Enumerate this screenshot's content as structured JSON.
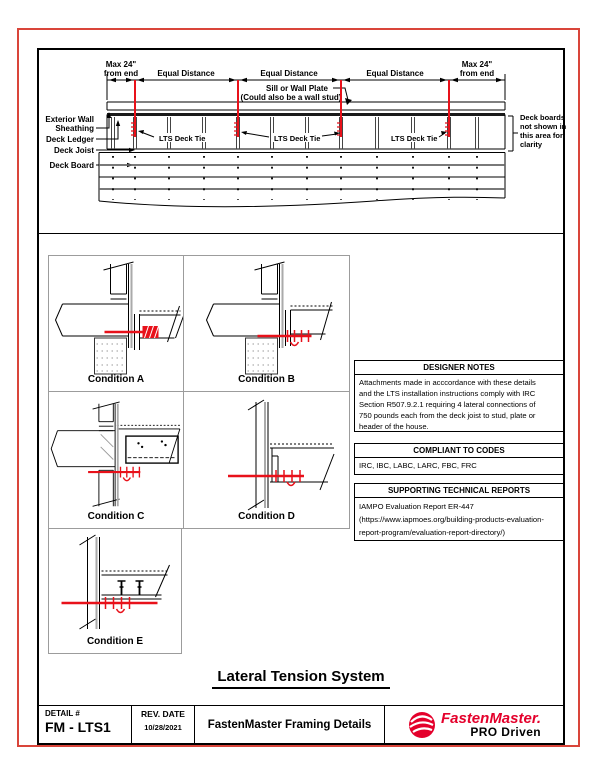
{
  "colors": {
    "fastener_red": "#e8111a",
    "logo_red": "#e4002b",
    "outer_border_red": "#d9453a",
    "grid_gray": "#9c9c9c"
  },
  "plan": {
    "dim_left_l1": "Max 24\"",
    "dim_left_l2": "from end",
    "dim_equal": "Equal Distance",
    "dim_right_l1": "Max 24\"",
    "dim_right_l2": "from end",
    "sill_l1": "Sill or Wall Plate",
    "sill_l2": "(Could also be a wall stud)",
    "lbl_ext_wall_l1": "Exterior Wall",
    "lbl_ext_wall_l2": "Sheathing",
    "lbl_ledger": "Deck Ledger",
    "lbl_joist": "Deck Joist",
    "lbl_board": "Deck Board",
    "lbl_tie": "LTS Deck Tie",
    "note_l1": "Deck boards",
    "note_l2": "not shown in",
    "note_l3": "this area for",
    "note_l4": "clarity"
  },
  "conditions": [
    {
      "label": "Condition A"
    },
    {
      "label": "Condition B"
    },
    {
      "label": "Condition C"
    },
    {
      "label": "Condition D"
    },
    {
      "label": "Condition E"
    }
  ],
  "notes": {
    "designer": {
      "title": "DESIGNER NOTES",
      "lines": [
        "Attachments made in acccordance with these details",
        "and the LTS installation instructions comply with IRC",
        "Section  R507.9.2.1 requiring 4 lateral connections of",
        "750 pounds each from the deck joist to stud, plate or",
        "header of the house."
      ]
    },
    "codes": {
      "title": "COMPLIANT TO CODES",
      "body": "IRC, IBC, LABC, LARC, FBC, FRC"
    },
    "reports": {
      "title": "SUPPORTING TECHNICAL REPORTS",
      "lines": [
        "IAMPO Evaluation Report ER-447",
        "(https://www.iapmoes.org/building-products-evaluation-",
        "report-program/evaluation-report-directory/)"
      ]
    }
  },
  "title": "Lateral Tension System",
  "footer": {
    "detail_label": "DETAIL #",
    "detail_value": "FM - LTS1",
    "rev_label": "REV. DATE",
    "rev_value": "10/28/2021",
    "center": "FastenMaster Framing Details",
    "brand": "FastenMaster.",
    "brand_sub": "PRO Driven"
  }
}
